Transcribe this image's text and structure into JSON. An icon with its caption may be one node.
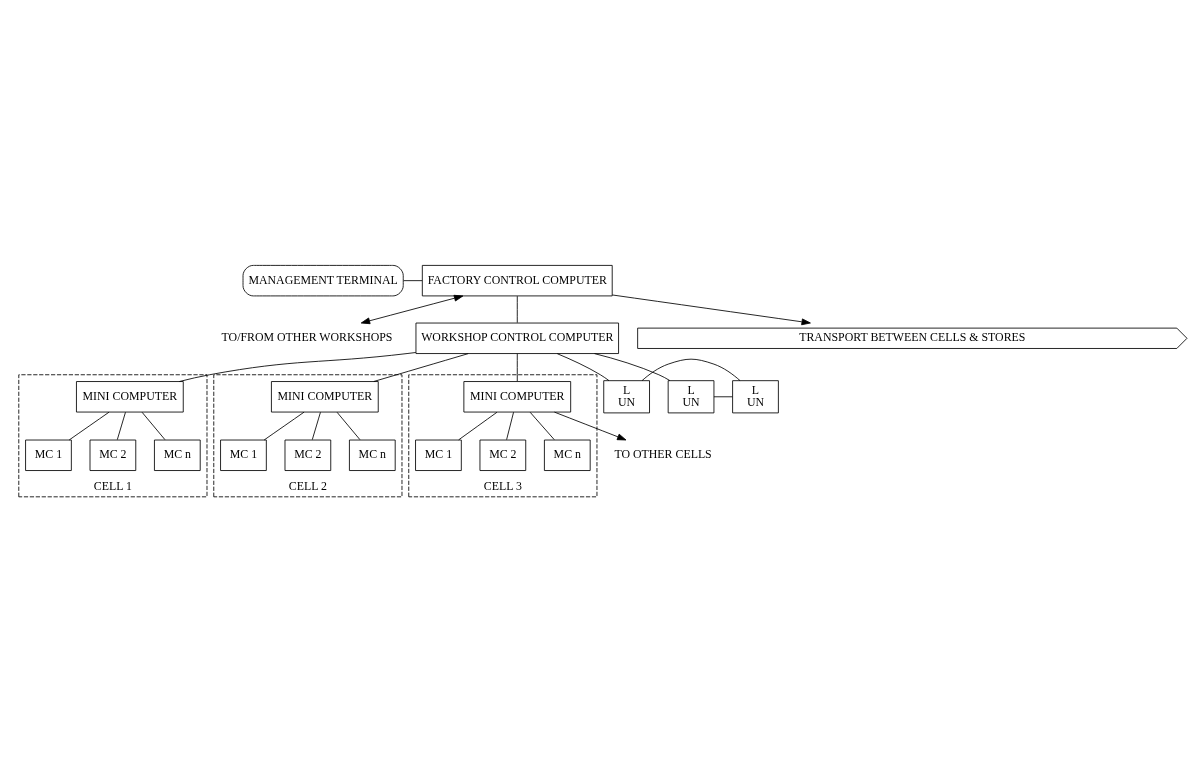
{
  "diagram": {
    "nodes": [
      {
        "text": [
          "MANAGEMENT TERMINAL"
        ]
      },
      {
        "text": [
          "FACTORY CONTROL COMPUTER"
        ]
      },
      {
        "text": [
          "TO/FROM OTHER WORKSHOPS"
        ]
      },
      {
        "text": [
          "WORKSHOP CONTROL COMPUTER"
        ]
      },
      {
        "text": [
          "TO OTHER CELLS"
        ]
      },
      {
        "text": [
          "CELL 1"
        ]
      },
      {
        "text": [
          "MINI COMPUTER"
        ],
        "in": 5
      },
      {
        "text": [
          "MC 1"
        ],
        "in": 5
      },
      {
        "text": [
          "MC 2"
        ],
        "in": 5
      },
      {
        "text": [
          "MC n"
        ],
        "in": 5
      },
      {
        "text": [
          "CELL 2"
        ]
      },
      {
        "text": [
          "MINI COMPUTER"
        ],
        "in": 10
      },
      {
        "text": [
          "MC 1"
        ],
        "in": 10
      },
      {
        "text": [
          "MC 2"
        ],
        "in": 10
      },
      {
        "text": [
          "MC n"
        ],
        "in": 10
      },
      {
        "text": [
          "CELL 3"
        ]
      },
      {
        "text": [
          "MINI COMPUTER"
        ],
        "in": 15
      },
      {
        "text": [
          "MC 1"
        ],
        "in": 15
      },
      {
        "text": [
          "MC 2"
        ],
        "in": 15
      },
      {
        "text": [
          "MC n"
        ],
        "in": 15
      },
      {
        "text": [
          "L",
          "UN"
        ]
      },
      {
        "text": [
          "L",
          "UN"
        ]
      },
      {
        "text": [
          "L",
          "UN"
        ]
      },
      {
        "text": [
          "TRANSPORT BETWEEN CELLS & STORES"
        ]
      }
    ],
    "edges": [
      {
        "from": 0,
        "to": 1,
        "arrow": "none"
      },
      {
        "from": 1,
        "to": 3,
        "arrow": "none"
      },
      {
        "from": 1,
        "to": 2,
        "arrow": "both"
      },
      {
        "from": 1,
        "to": 23,
        "arrow": "to"
      },
      {
        "from": 3,
        "to": 6,
        "arrow": "none"
      },
      {
        "from": 3,
        "to": 11,
        "arrow": "none"
      },
      {
        "from": 3,
        "to": 16,
        "arrow": "none"
      },
      {
        "from": 16,
        "to": 4,
        "arrow": "to"
      },
      {
        "from": 6,
        "to": 7,
        "arrow": "none"
      },
      {
        "from": 6,
        "to": 8,
        "arrow": "none"
      },
      {
        "from": 6,
        "to": 9,
        "arrow": "none"
      },
      {
        "from": 11,
        "to": 12,
        "arrow": "none"
      },
      {
        "from": 11,
        "to": 13,
        "arrow": "none"
      },
      {
        "from": 11,
        "to": 14,
        "arrow": "none"
      },
      {
        "from": 16,
        "to": 17,
        "arrow": "none"
      },
      {
        "from": 16,
        "to": 18,
        "arrow": "none"
      },
      {
        "from": 16,
        "to": 19,
        "arrow": "none"
      },
      {
        "from": 3,
        "to": 20,
        "arrow": "none"
      },
      {
        "from": 3,
        "to": 22,
        "arrow": "none"
      },
      {
        "from": 20,
        "to": 21,
        "arrow": "none"
      },
      {
        "from": 21,
        "to": 22,
        "arrow": "none"
      }
    ]
  }
}
